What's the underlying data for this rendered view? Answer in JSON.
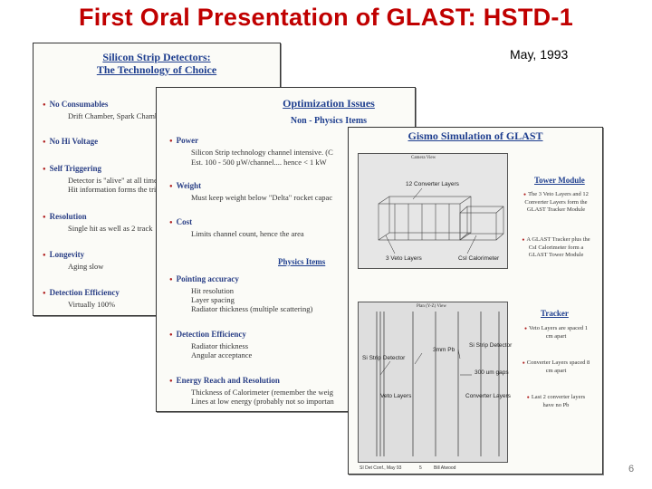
{
  "slide": {
    "title": "First Oral Presentation of GLAST:  HSTD-1",
    "date": "May, 1993",
    "page_number": "6"
  },
  "card1": {
    "title_line1": "Silicon Strip Detectors:",
    "title_line2": "The Technology of Choice",
    "items": [
      {
        "label": "No Consumables",
        "detail": "Drift Chamber, Spark Chamber"
      },
      {
        "label": "No Hi Voltage",
        "detail": ""
      },
      {
        "label": "Self Triggering",
        "detail": "Detector is \"alive\" at all times",
        "detail2": "Hit information forms the trigger"
      },
      {
        "label": "Resolution",
        "detail": "Single hit as well as 2 track"
      },
      {
        "label": "Longevity",
        "detail": "Aging slow"
      },
      {
        "label": "Detection Efficiency",
        "detail": "Virtually 100%"
      }
    ]
  },
  "card2": {
    "title": "Optimization Issues",
    "subtitle": "Non - Physics Items",
    "power_label": "Power",
    "power_detail1": "Silicon Strip technology channel intensive. (C",
    "power_detail2": "Est. 100 - 500 µW/channel.... hence < 1 kW",
    "weight_label": "Weight",
    "weight_detail": "Must keep weight below \"Delta\" rocket capac",
    "cost_label": "Cost",
    "cost_detail": "Limits channel count, hence the area",
    "physics_title": "Physics Items",
    "pointing_label": "Pointing accuracy",
    "pointing_detail1": "Hit resolution",
    "pointing_detail2": "Layer spacing",
    "pointing_detail3": "Radiator thickness (multiple scattering)",
    "detection_label": "Detection Efficiency",
    "detection_detail1": "Radiator thickness",
    "detection_detail2": "Angular acceptance",
    "energy_label": "Energy Reach and Resolution",
    "energy_detail1": "Thickness of Calorimeter (remember the weig",
    "energy_detail2": "Lines at low energy (probably not so importan"
  },
  "card3": {
    "title": "Gismo Simulation of GLAST",
    "top_panel_header": "Camera View",
    "label_converter": "12 Converter Layers",
    "label_veto": "3 Veto Layers",
    "label_csi": "CsI Calorimeter",
    "tower_title": "Tower Module",
    "tower_text1": "The 3 Veto Layers and 12 Converter Layers form the GLAST Tracker Module",
    "tower_text2": "A GLAST Tracker plus the CsI Calorimeter form a GLAST Tower Module",
    "bottom_panel_header": "Plan (Y-Z) View",
    "label_sistrip_left": "Si Strip Detector",
    "label_sistrip_right": "Si Strip Detector",
    "label_pb": "3mm Pb",
    "label_gaps": "300 um gaps",
    "label_veto2": "Veto Layers",
    "label_converter2": "Converter Layers",
    "tracker_title": "Tracker",
    "tracker_text1": "Veto Layers are spaced 1 cm apart",
    "tracker_text2": "Converter Layers spaced 8 cm apart",
    "tracker_text3": "Last 2 converter layers have no Pb",
    "footer_left": "SI Det Conf., May 93",
    "footer_mid": "5",
    "footer_right": "Bill Atwood"
  }
}
